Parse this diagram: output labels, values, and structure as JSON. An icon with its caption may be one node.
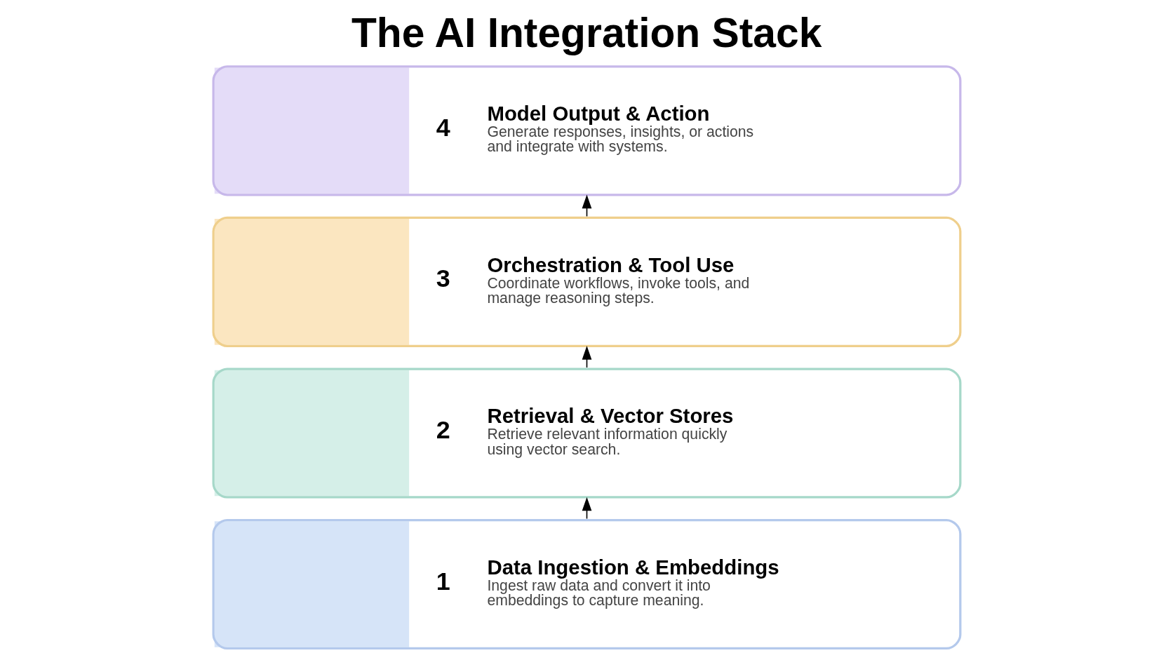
{
  "diagram": {
    "title": "The AI Integration Stack",
    "nodes": [
      {
        "text": [
          "4",
          "Model Output & Action",
          "Generate responses, insights, or actions and integrate with systems."
        ]
      },
      {
        "text": [
          "3",
          "Orchestration & Tool Use",
          "Coordinate workflows, invoke tools, and manage reasoning steps."
        ]
      },
      {
        "text": [
          "2",
          "Retrieval & Vector Stores",
          "Retrieve relevant information quickly using vector search."
        ]
      },
      {
        "text": [
          "1",
          "Data Ingestion & Embeddings",
          "Ingest raw data and convert it into embeddings to capture meaning."
        ]
      }
    ],
    "edges": [
      {
        "from": 3,
        "to": 2,
        "arrow": "to"
      },
      {
        "from": 2,
        "to": 1,
        "arrow": "to"
      },
      {
        "from": 1,
        "to": 0,
        "arrow": "to"
      }
    ]
  }
}
